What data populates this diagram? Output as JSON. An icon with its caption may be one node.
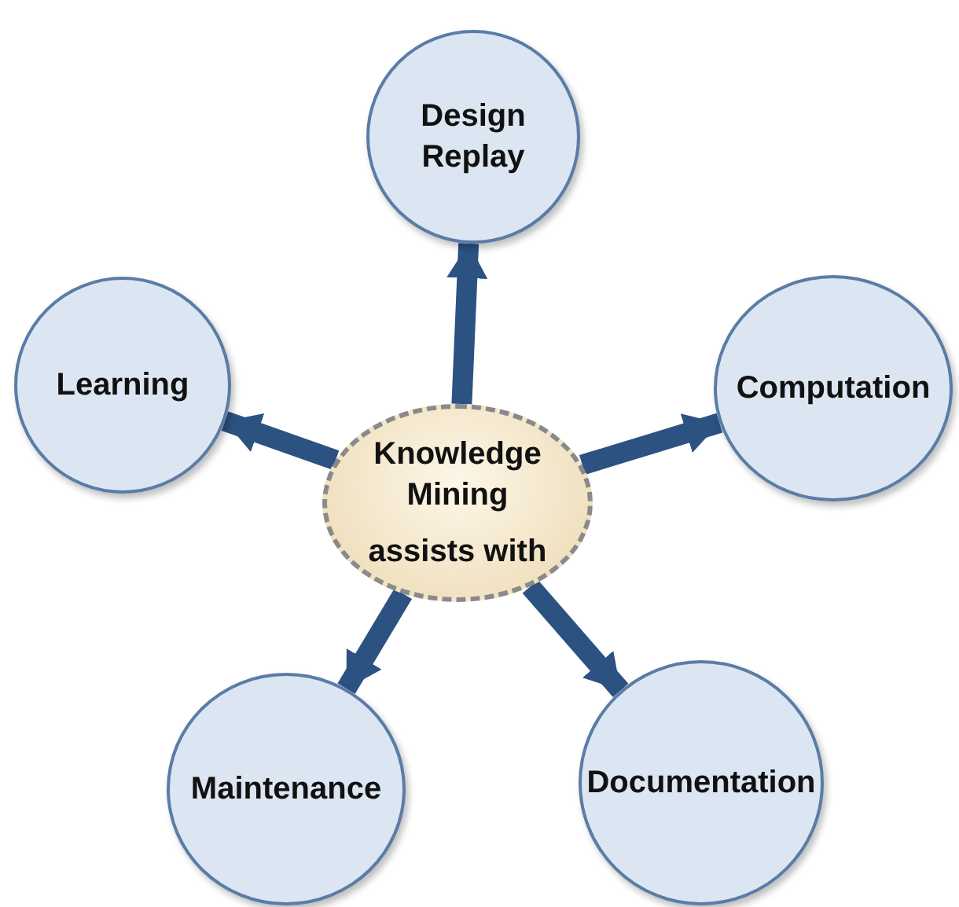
{
  "diagram": {
    "nodes": [
      {
        "text": [
          "Knowledge Mining",
          "assists with"
        ]
      },
      {
        "text": [
          "Design Replay"
        ]
      },
      {
        "text": [
          "Learning"
        ]
      },
      {
        "text": [
          "Computation"
        ]
      },
      {
        "text": [
          "Maintenance"
        ]
      },
      {
        "text": [
          "Documentation"
        ]
      }
    ],
    "edges": [
      {
        "from": 0,
        "to": 1,
        "arrow": "to"
      },
      {
        "from": 0,
        "to": 2,
        "arrow": "to"
      },
      {
        "from": 0,
        "to": 3,
        "arrow": "to"
      },
      {
        "from": 0,
        "to": 4,
        "arrow": "to"
      },
      {
        "from": 0,
        "to": 5,
        "arrow": "to"
      }
    ]
  }
}
